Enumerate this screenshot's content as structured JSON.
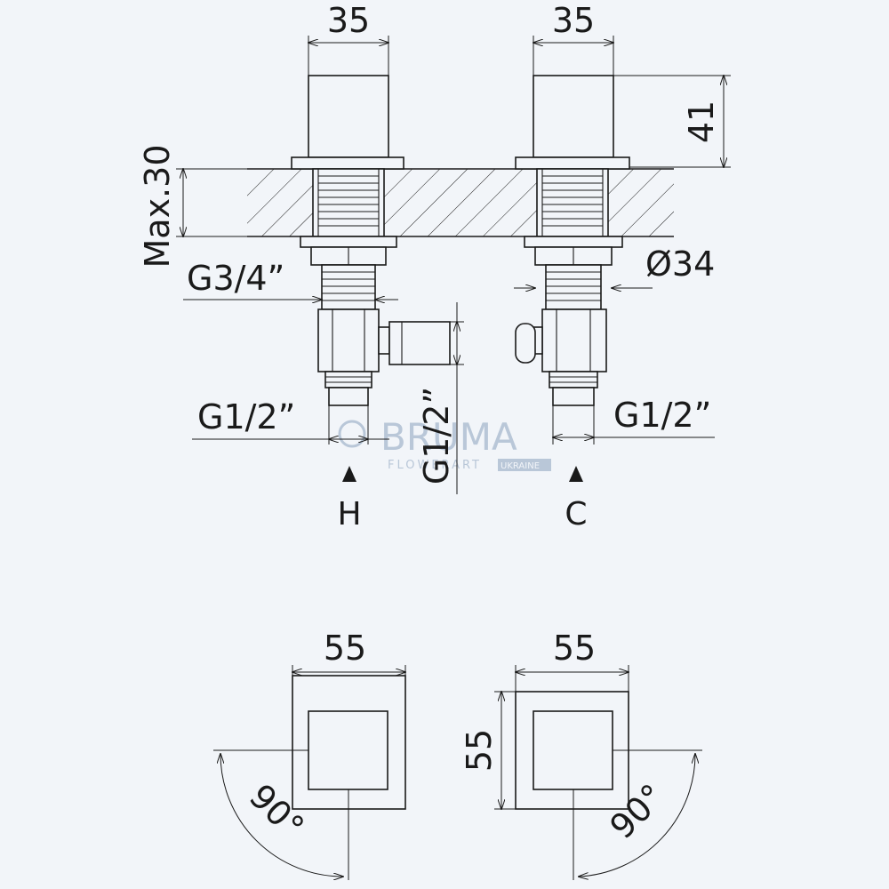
{
  "dimensions": {
    "width_left": "35",
    "width_right": "35",
    "height_41": "41",
    "max30": "Max.30",
    "diameter": "Ø34",
    "thread_34": "G3/4”",
    "thread_12_left": "G1/2”",
    "thread_12_vertical": "G1/2”",
    "thread_12_right": "G1/2”",
    "plate_width_left": "55",
    "plate_width_right": "55",
    "plate_height_right": "55",
    "angle_left": "90°",
    "angle_right": "90°"
  },
  "labels": {
    "hot": "H",
    "cold": "C"
  },
  "watermark": {
    "brand": "BRUMA",
    "sub": "FLOWERART",
    "tag": "UKRAINE"
  },
  "colors": {
    "background": "#f2f5f9",
    "line": "#1a1a1a",
    "watermark": "#b9c7d8"
  }
}
